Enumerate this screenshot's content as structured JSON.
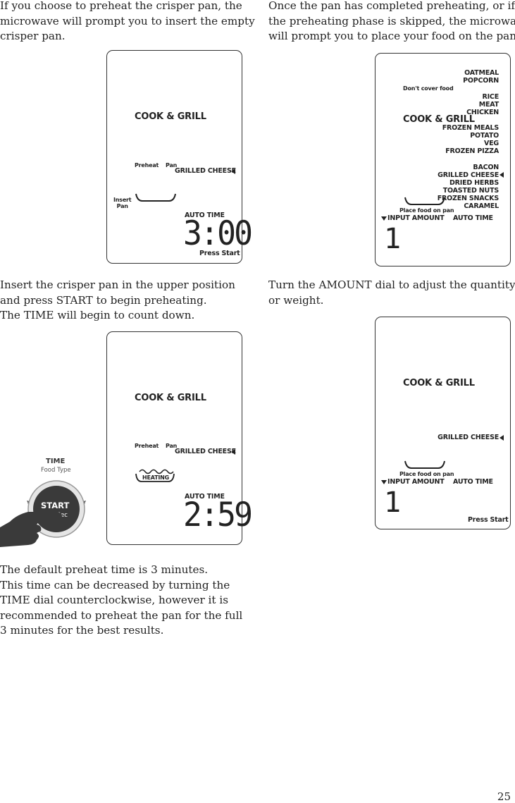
{
  "left_column": {
    "para1": [
      "If you choose to preheat the crisper pan, the",
      "microwave will prompt you to insert the empty",
      "crisper pan."
    ],
    "para2": [
      "Insert the crisper pan in the upper position",
      "and press START to begin preheating.",
      "The TIME will begin to count down."
    ],
    "para3": [
      "The default preheat time is 3 minutes.",
      "This time can be decreased by turning the",
      "TIME dial counterclockwise, however it is",
      "recommended to preheat the pan for the full",
      "3 minutes for the best results."
    ]
  },
  "right_column": {
    "para1": [
      "Once the pan has completed preheating, or if",
      "the preheating phase is skipped, the microwave",
      "will prompt you to place your food on the pan."
    ],
    "para2": [
      "Turn the AMOUNT dial to adjust the quantity",
      "or weight."
    ]
  },
  "display1": {
    "mode": "COOK & GRILL",
    "preheat": "Preheat",
    "pan": "Pan",
    "food": "GRILLED CHEESE",
    "insert": "Insert",
    "insert_pan": "Pan",
    "auto_time": "AUTO TIME",
    "time": "3:00",
    "press_start": "Press Start"
  },
  "display2": {
    "mode": "COOK & GRILL",
    "preheat": "Preheat",
    "pan": "Pan",
    "food": "GRILLED CHEESE",
    "heating": "HEATING",
    "auto_time": "AUTO TIME",
    "time": "2:59"
  },
  "display3": {
    "mode": "COOK & GRILL",
    "dont_cover": "Don't cover food",
    "menu": [
      "OATMEAL",
      "POPCORN",
      "RICE",
      "MEAT",
      "CHICKEN",
      "FROZEN MEALS",
      "POTATO",
      "VEG",
      "FROZEN PIZZA",
      "BACON",
      "GRILLED CHEESE",
      "DRIED HERBS",
      "TOASTED NUTS",
      "FROZEN SNACKS",
      "CARAMEL"
    ],
    "place_food": "Place food on pan",
    "input_amount": "INPUT AMOUNT",
    "auto_time": "AUTO TIME",
    "amount": "1"
  },
  "display4": {
    "mode": "COOK & GRILL",
    "food": "GRILLED CHEESE",
    "place_food": "Place food on pan",
    "input_amount": "INPUT AMOUNT",
    "auto_time": "AUTO TIME",
    "amount": "1",
    "press_start": "Press Start"
  },
  "dial": {
    "time": "TIME",
    "food_type": "Food Type",
    "start": "START",
    "plus30": "+30 Sec"
  },
  "page_number": "25",
  "colors": {
    "text": "#222222",
    "button_dark": "#3a3a3a",
    "button_ring": "#9a9a9a"
  }
}
